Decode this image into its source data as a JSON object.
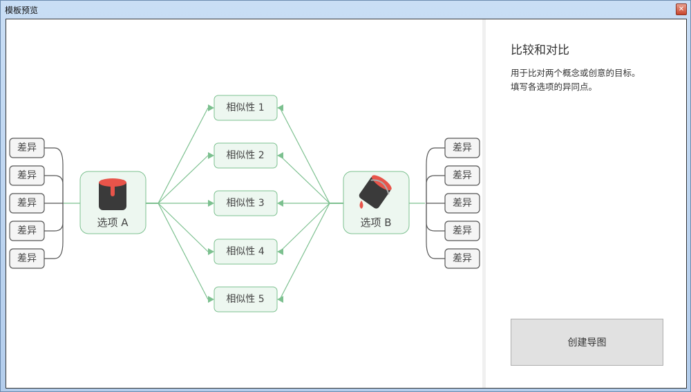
{
  "window": {
    "title": "模板预览",
    "close_icon": "close-icon"
  },
  "diagram": {
    "option_a": {
      "label": "选项 A",
      "icon": "paint-bucket-icon"
    },
    "option_b": {
      "label": "选项 B",
      "icon": "pouring-bucket-icon"
    },
    "similarities": [
      "相似性 1",
      "相似性 2",
      "相似性 3",
      "相似性 4",
      "相似性 5"
    ],
    "differences_a": [
      "差异",
      "差异",
      "差异",
      "差异",
      "差异"
    ],
    "differences_b": [
      "差异",
      "差异",
      "差异",
      "差异",
      "差异"
    ],
    "colors": {
      "accent": "#7cc08f",
      "node_fill": "#edf7f0",
      "paint": "#e8544a",
      "bucket": "#3a3a3a"
    }
  },
  "sidebar": {
    "title": "比较和对比",
    "description_line1": "用于比对两个概念或创意的目标。",
    "description_line2": "填写各选项的异同点。",
    "create_button": "创建导图"
  }
}
